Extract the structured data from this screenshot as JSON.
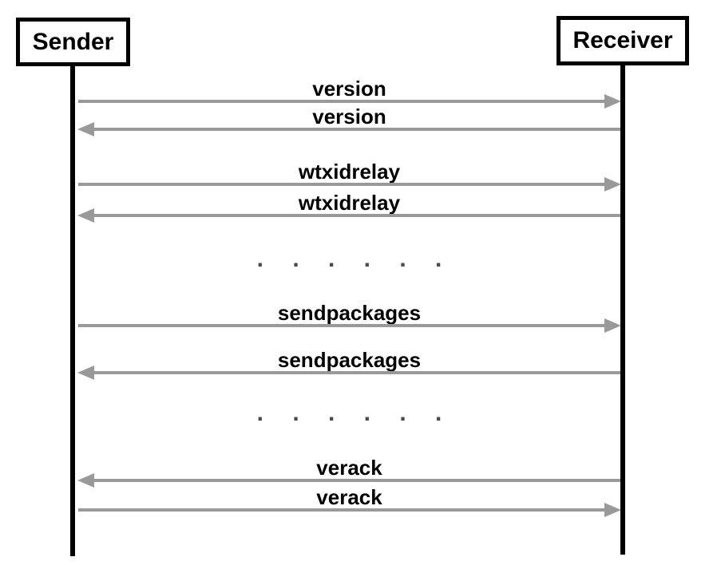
{
  "diagram": {
    "type": "sequence",
    "actors": [
      {
        "name": "Sender"
      },
      {
        "name": "Receiver"
      }
    ],
    "messages": [
      {
        "label": "version",
        "from": "Sender",
        "to": "Receiver",
        "direction": "right"
      },
      {
        "label": "version",
        "from": "Receiver",
        "to": "Sender",
        "direction": "left"
      },
      {
        "label": "wtxidrelay",
        "from": "Sender",
        "to": "Receiver",
        "direction": "right"
      },
      {
        "label": "wtxidrelay",
        "from": "Receiver",
        "to": "Sender",
        "direction": "left"
      },
      {
        "label": "sendpackages",
        "from": "Sender",
        "to": "Receiver",
        "direction": "right"
      },
      {
        "label": "sendpackages",
        "from": "Receiver",
        "to": "Sender",
        "direction": "left"
      },
      {
        "label": "verack",
        "from": "Receiver",
        "to": "Sender",
        "direction": "left"
      },
      {
        "label": "verack",
        "from": "Sender",
        "to": "Receiver",
        "direction": "right"
      }
    ],
    "separators": [
      {
        "text": ". . . . . ."
      },
      {
        "text": ". . . . . ."
      }
    ],
    "colors": {
      "arrow": "#999999",
      "lifeline": "#000000",
      "text": "#000000",
      "dots": "#4a4a4a",
      "background": "#ffffff"
    }
  }
}
